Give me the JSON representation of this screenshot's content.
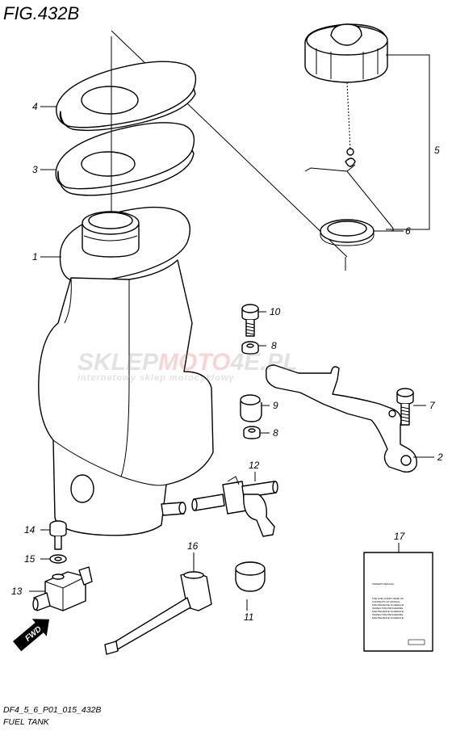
{
  "figure_title": "FIG.432B",
  "diagram_code": "DF4_5_6_P01_015_432B",
  "diagram_name": "FUEL TANK",
  "watermark": {
    "brand_part1": "SKLEP",
    "brand_part2": "MOTO",
    "brand_part3": "4E",
    "brand_part4": ".PL",
    "tagline": "internetowy sklep motocyklowy"
  },
  "callouts": [
    "1",
    "2",
    "3",
    "4",
    "5",
    "6",
    "7",
    "8",
    "8",
    "9",
    "10",
    "11",
    "12",
    "13",
    "14",
    "15",
    "16",
    "17"
  ],
  "manual": {
    "lines": [
      "OWNER'S MANUAL",
      "THE LINE CHART NAME OF",
      "CONTENTS OF MANUAL",
      "MAINTENANCE SCHEDULE",
      "INSPECTION PROCEDURE",
      "MAINTENANCE SCHEDULE",
      "INSPECTION PROCEDURE",
      "MAINTENANCE SCHEDULE"
    ]
  },
  "fwd_label": "FWD"
}
